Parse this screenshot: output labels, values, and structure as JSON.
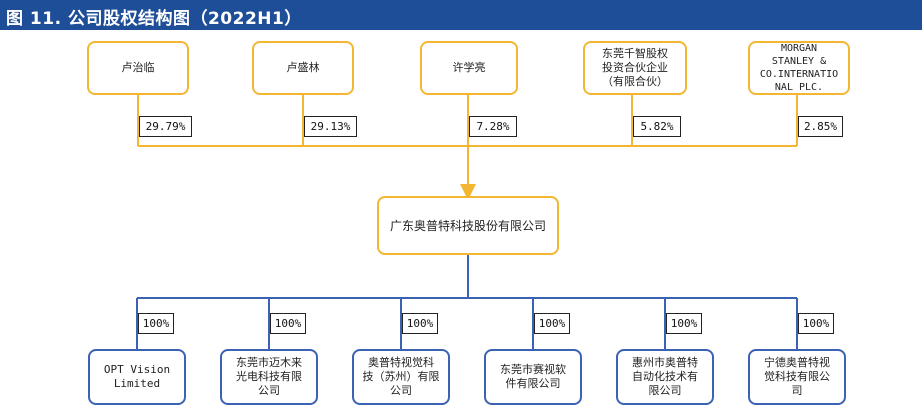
{
  "title": "图 11. 公司股权结构图（2022H1）",
  "shareholders": [
    {
      "name": "卢治临",
      "share": "29.79%"
    },
    {
      "name": "卢盛林",
      "share": "29.13%"
    },
    {
      "name": "许学亮",
      "share": "7.28%"
    },
    {
      "name": "东莞千智股权\n投资合伙企业\n（有限合伙）",
      "share": "5.82%"
    },
    {
      "name": "MORGAN\nSTANLEY &\nCO.INTERNATIO\nNAL PLC.",
      "share": "2.85%"
    }
  ],
  "company": "广东奥普特科技股份有限公司",
  "subsidiaries": [
    {
      "name": "OPT Vision\nLimited",
      "share": "100%"
    },
    {
      "name": "东莞市迈木来\n光电科技有限\n公司",
      "share": "100%"
    },
    {
      "name": "奥普特视觉科\n技（苏州）有限\n公司",
      "share": "100%"
    },
    {
      "name": "东莞市赛视软\n件有限公司",
      "share": "100%"
    },
    {
      "name": "惠州市奥普特\n自动化技术有\n限公司",
      "share": "100%"
    },
    {
      "name": "宁德奥普特视\n觉科技有限公\n司",
      "share": "100%"
    }
  ],
  "colors": {
    "header": "#1f4e99",
    "top_border": "#f2b632",
    "bottom_border": "#3b62b3"
  }
}
